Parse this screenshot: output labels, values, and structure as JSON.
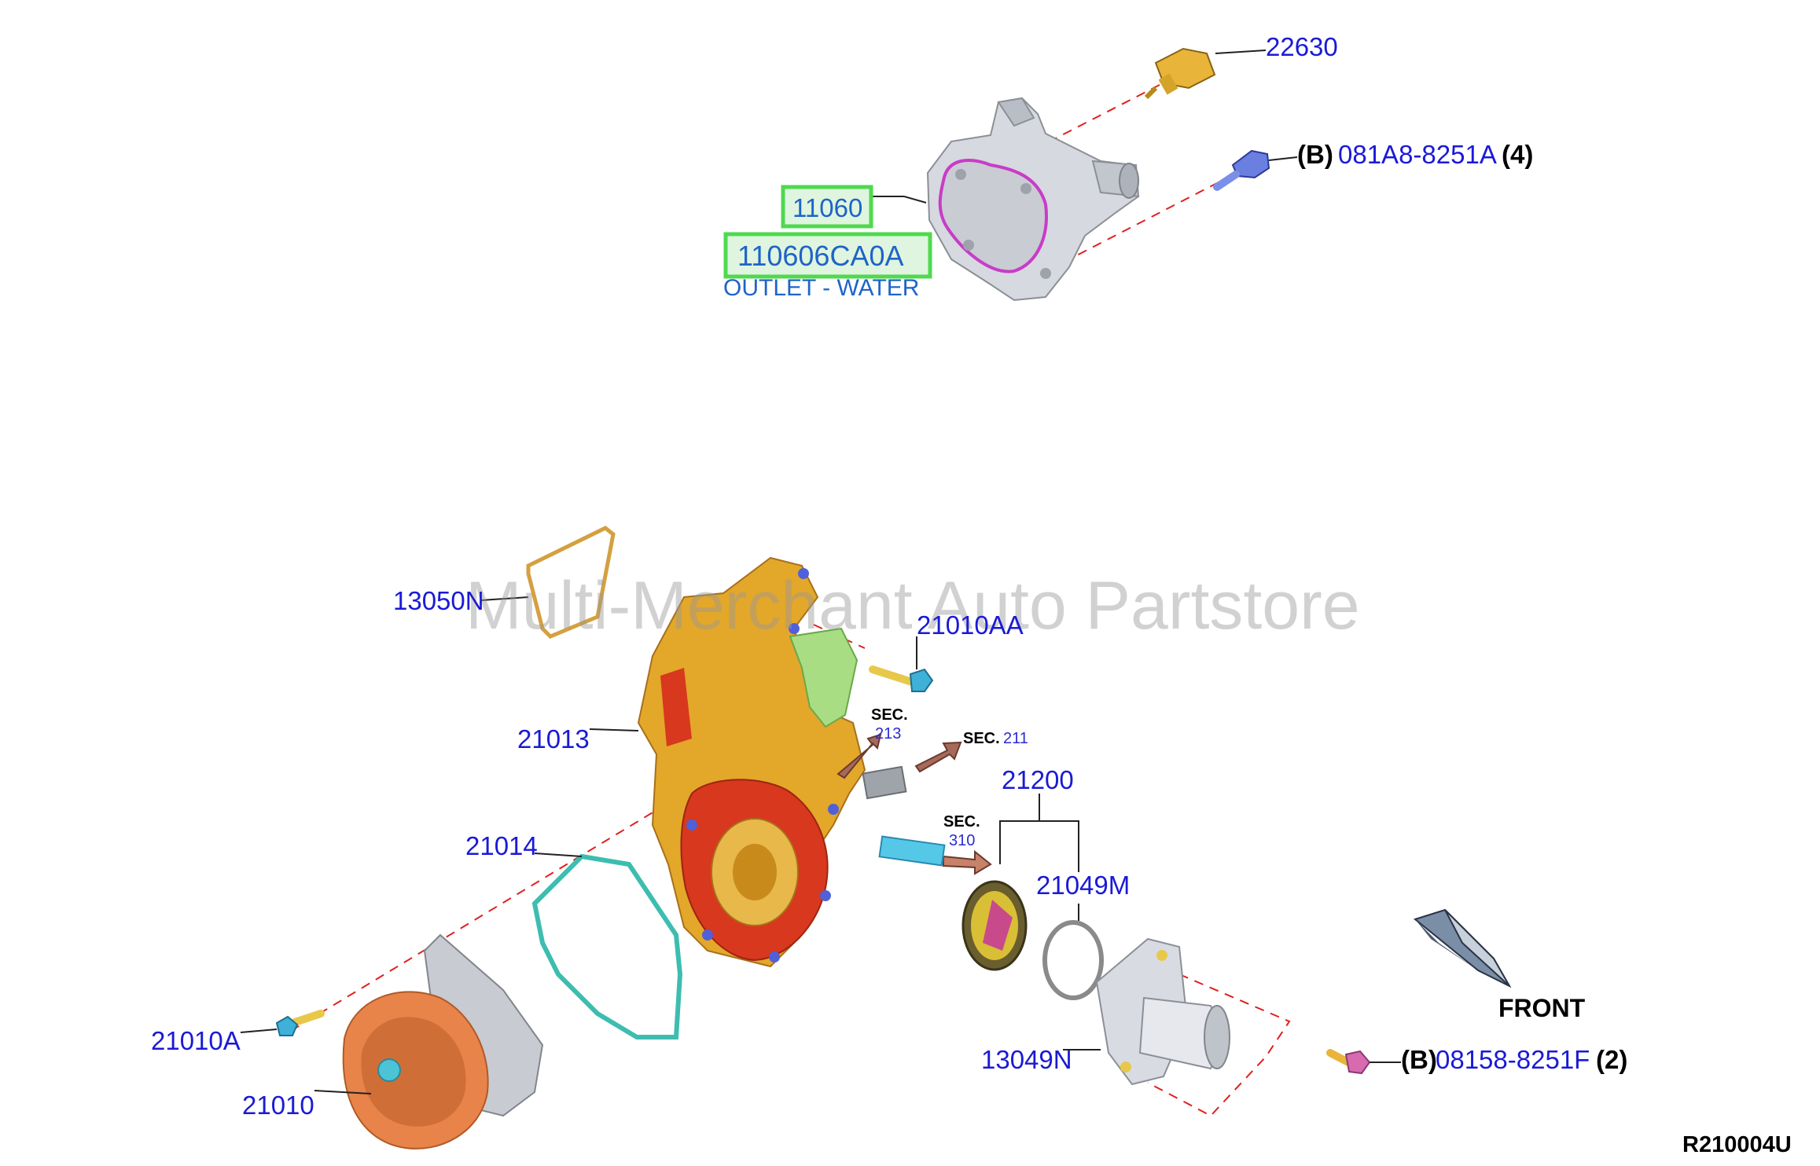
{
  "diagram_code": "R210004U",
  "watermark": "Multi-Merchant Auto Partstore",
  "front_label": "FRONT",
  "sec_label": "SEC.",
  "sections": {
    "sec_213": "213",
    "sec_211": "211",
    "sec_310": "310"
  },
  "highlight": {
    "part": "11060",
    "part_number": "110606CA0A",
    "description": "OUTLET - WATER",
    "frame_color": "#4fd94f"
  },
  "bolts": {
    "upper": {
      "tag": "(B)",
      "part": "081A8-8251A",
      "qty": "(4)"
    },
    "lower": {
      "tag": "(B)",
      "part": "08158-8251F",
      "qty": "(2)"
    }
  },
  "parts": {
    "p22630": "22630",
    "p13050N": "13050N",
    "p21010AA": "21010AA",
    "p21013": "21013",
    "p21200": "21200",
    "p21014": "21014",
    "p21049M": "21049M",
    "p21010A": "21010A",
    "p13049N": "13049N",
    "p21010": "21010"
  }
}
